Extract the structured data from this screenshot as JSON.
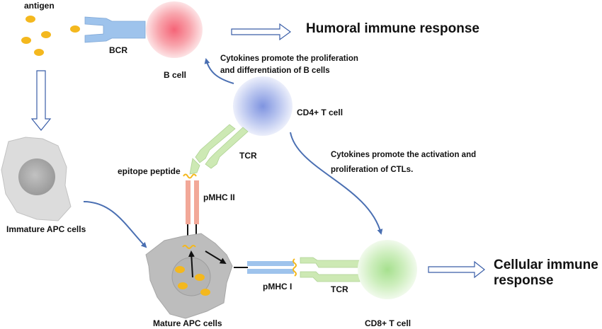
{
  "labels": {
    "antigen": "antigen",
    "bcr": "BCR",
    "b_cell": "B cell",
    "humoral": "Humoral immune response",
    "cytokines_b_line1": "Cytokines promote the proliferation",
    "cytokines_b_line2": "and differentiation of B cells",
    "cd4": "CD4+ T cell",
    "tcr_top": "TCR",
    "epitope": "epitope peptide",
    "pmhc2": "pMHC II",
    "cytokines_ctl_line1": "Cytokines promote the activation and",
    "cytokines_ctl_line2": "proliferation of CTLs.",
    "immature": "Immature APC cells",
    "mature": "Mature APC cells",
    "pmhc1": "pMHC I",
    "tcr_bottom": "TCR",
    "cd8": "CD8+ T cell",
    "cellular_line1": "Cellular immune",
    "cellular_line2": "response"
  },
  "colors": {
    "b_cell": "#f48a96",
    "cd4_cell": "#a9b7ec",
    "cd8_cell": "#c6edb8",
    "receptor_blue": "#9ec3ec",
    "receptor_green": "#cde9b4",
    "pmhc_pink": "#f2a898",
    "antigen": "#f4b81e",
    "apc_gray": "#b9b9b9",
    "arrow_blue": "#4a6fb2"
  }
}
